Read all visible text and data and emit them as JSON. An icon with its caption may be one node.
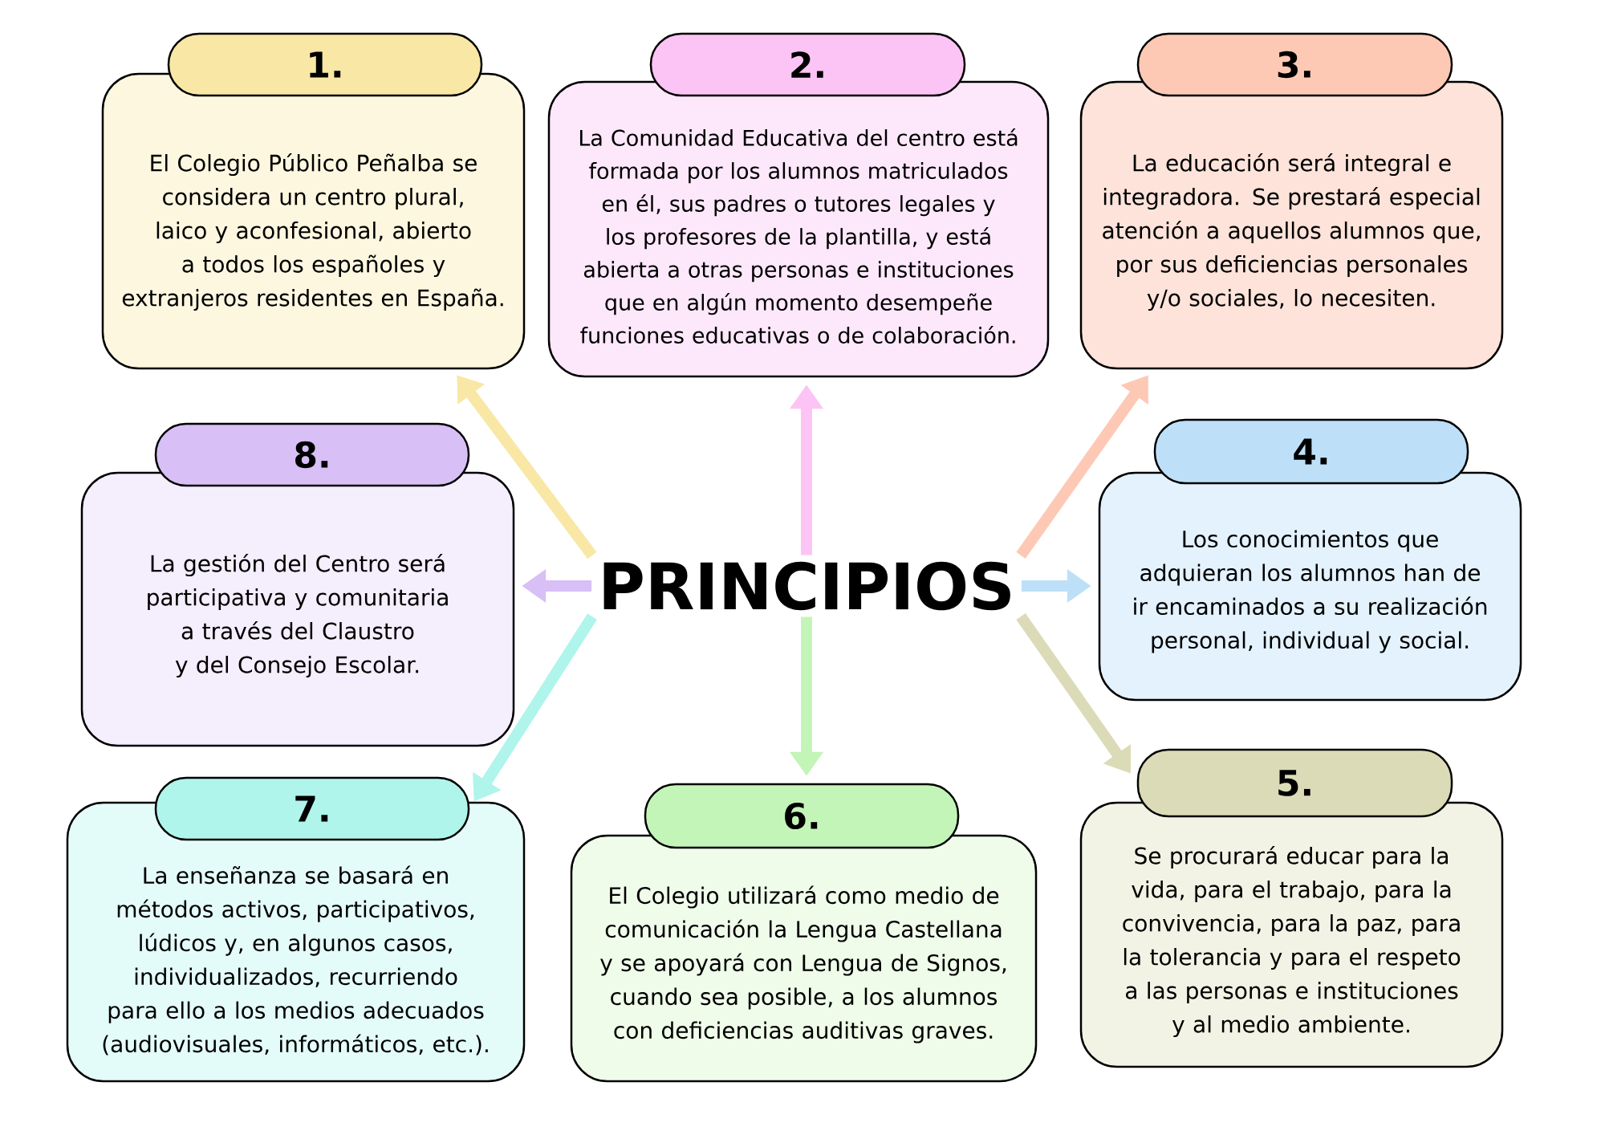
{
  "diagram": {
    "nodes": [
      {
        "text": [
          "PRINCIPIOS"
        ]
      },
      {
        "text": [
          "1.",
          "El Colegio Público Peñalba se considera un centro plural, laico y aconfesional, abierto a todos los españoles y extranjeros residentes en España."
        ]
      },
      {
        "text": [
          "2.",
          "La Comunidad Educativa del centro está formada por los alumnos matriculados en él, sus padres o tutores legales y los profesores de la plantilla, y está abierta a otras personas e instituciones que en algún momento desempeñe funciones educativas o de colaboración."
        ]
      },
      {
        "text": [
          "3.",
          "La educación será integral e integradora. Se prestará especial atención a aquellos alumnos que, por sus deficiencias personales y/o sociales, lo necesiten."
        ]
      },
      {
        "text": [
          "4.",
          "Los conocimientos que adquieran los alumnos han de ir encaminados a su realización personal, individual y social."
        ]
      },
      {
        "text": [
          "5.",
          "Se procurará educar para la vida, para el trabajo, para la convivencia, para la paz, para la tolerancia y para el respeto a las personas e instituciones y al medio ambiente."
        ]
      },
      {
        "text": [
          "6.",
          "El Colegio utilizará como medio de comunicación la Lengua Castellana y se apoyará con Lengua de Signos, cuando sea posible, a los alumnos con deficiencias auditivas graves."
        ]
      },
      {
        "text": [
          "7.",
          "La enseñanza se basará en métodos activos, participativos, lúdicos y, en algunos casos, individualizados, recurriendo para ello a los medios adecuados (audiovisuales, informáticos, etc.)."
        ]
      },
      {
        "text": [
          "8.",
          "La gestión del Centro será participativa y comunitaria a través del Claustro y del Consejo Escolar."
        ]
      }
    ],
    "edges": [
      {
        "from": 0,
        "to": 1,
        "arrow": "to",
        "color": "#f9e7a6"
      },
      {
        "from": 0,
        "to": 2,
        "arrow": "to",
        "color": "#fcc4f4"
      },
      {
        "from": 0,
        "to": 3,
        "arrow": "to",
        "color": "#fdc9b5"
      },
      {
        "from": 0,
        "to": 4,
        "arrow": "to",
        "color": "#bde0f8"
      },
      {
        "from": 0,
        "to": 5,
        "arrow": "to",
        "color": "#dbdbb8"
      },
      {
        "from": 0,
        "to": 6,
        "arrow": "to",
        "color": "#c3f5b8"
      },
      {
        "from": 0,
        "to": 7,
        "arrow": "to",
        "color": "#aff5ec"
      },
      {
        "from": 0,
        "to": 8,
        "arrow": "to",
        "color": "#d8bff6"
      }
    ]
  }
}
